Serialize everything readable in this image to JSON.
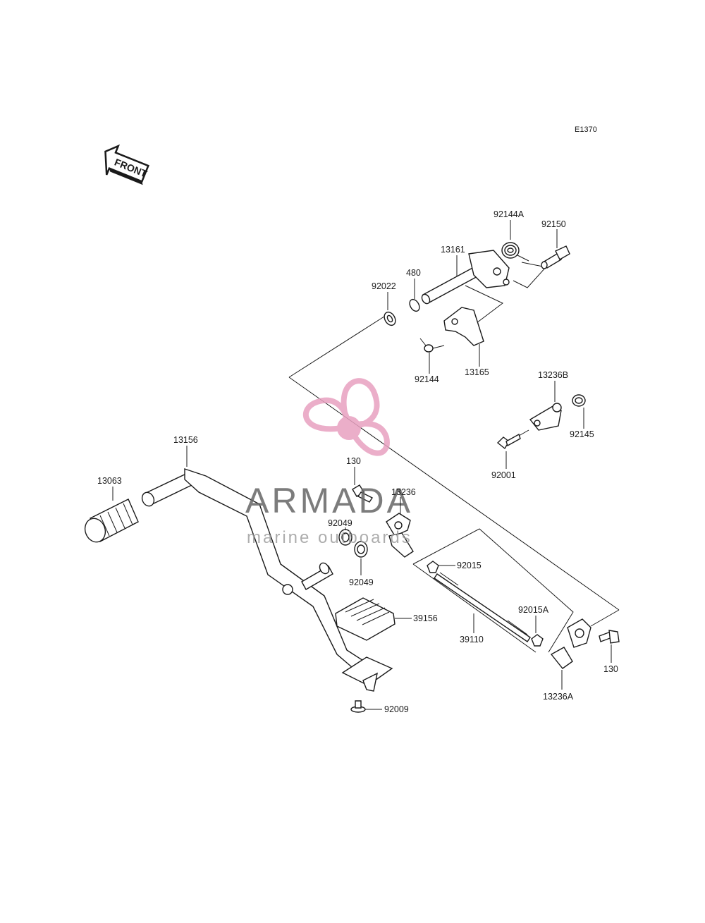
{
  "diagram_code": "E1370",
  "front_arrow_text": "FRONT",
  "watermark": {
    "title": "ARMADA",
    "subtitle": "marine outboards",
    "colors": {
      "primary": "#555555",
      "accent": "#e8a0c0"
    }
  },
  "labels": {
    "p92144A": "92144A",
    "p92150": "92150",
    "p13161": "13161",
    "p480": "480",
    "p92022": "92022",
    "p92144": "92144",
    "p13165": "13165",
    "p13236B": "13236B",
    "p92145": "92145",
    "p92001": "92001",
    "p13156": "13156",
    "p13063": "13063",
    "p130a": "130",
    "p13236": "13236",
    "p92049a": "92049",
    "p92049b": "92049",
    "p92015": "92015",
    "p92015A": "92015A",
    "p39156": "39156",
    "p39110": "39110",
    "p130b": "130",
    "p13236A": "13236A",
    "p92009": "92009"
  }
}
